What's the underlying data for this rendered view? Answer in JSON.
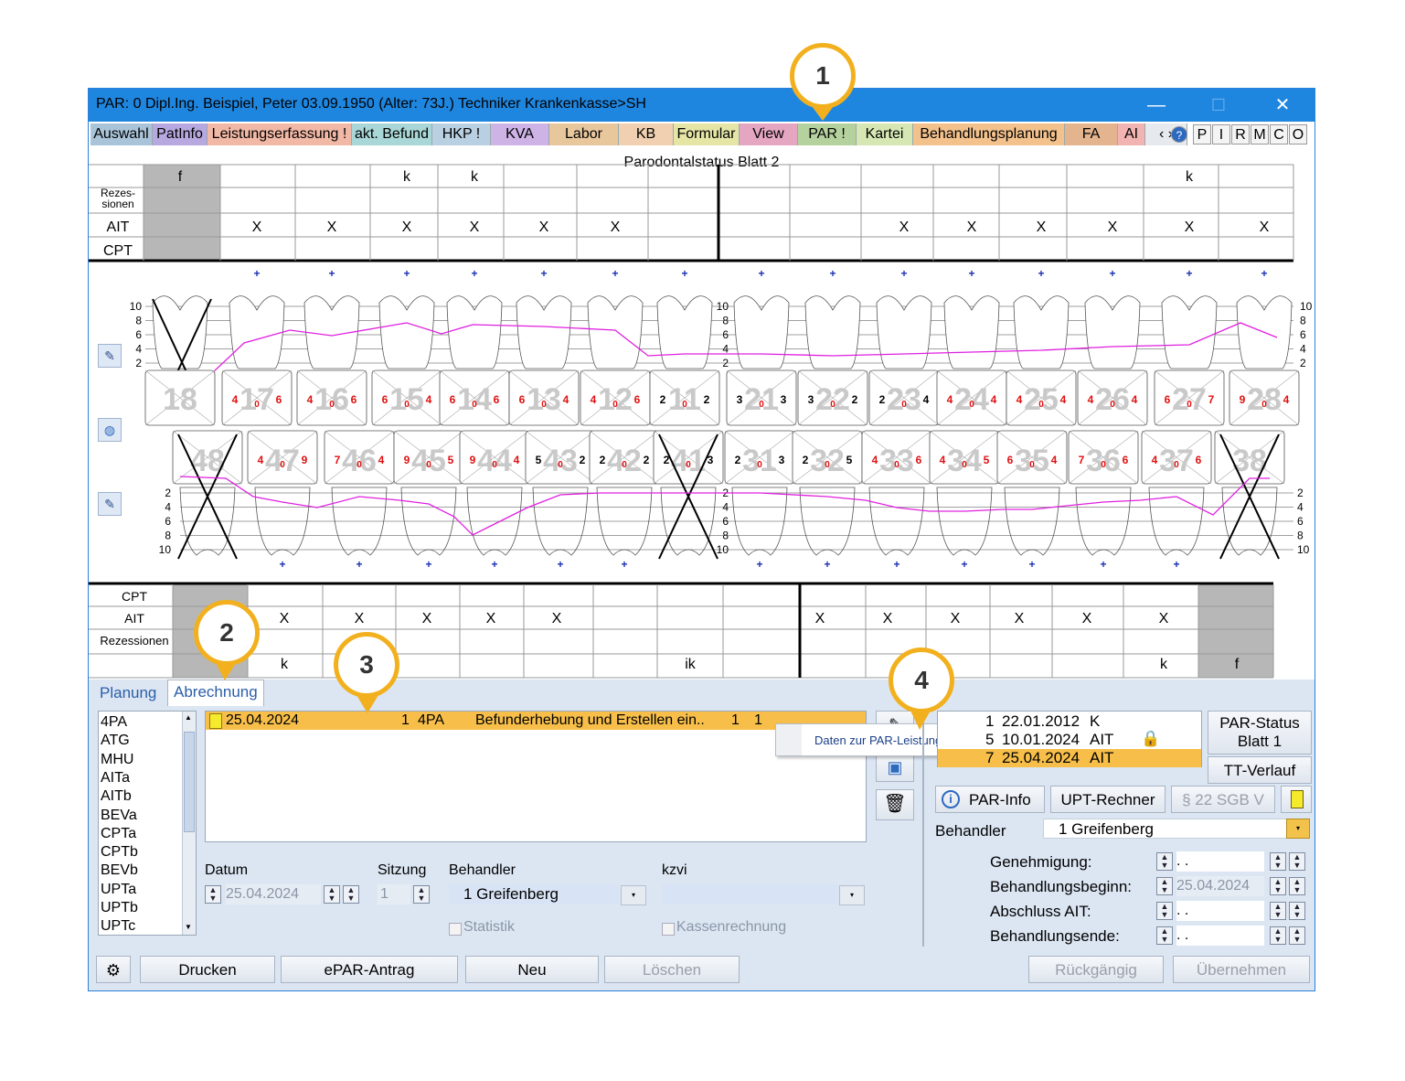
{
  "window": {
    "title": "PAR: 0  Dipl.Ing. Beispiel, Peter  03.09.1950 (Alter: 73J.)  Techniker Krankenkasse>SH",
    "minimize": "—",
    "maximize": "☐",
    "close": "✕"
  },
  "tabs": [
    {
      "label": "Auswahl",
      "color": "#a9c4d8"
    },
    {
      "label": "PatInfo",
      "color": "#b7a8e0"
    },
    {
      "label": "Leistungserfassung !",
      "color": "#f2b8a6"
    },
    {
      "label": "akt. Befund",
      "color": "#a9d6d6"
    },
    {
      "label": "HKP !",
      "color": "#b9d0e2"
    },
    {
      "label": "KVA",
      "color": "#cdb3e6"
    },
    {
      "label": "Labor",
      "color": "#e9c79d"
    },
    {
      "label": "KB",
      "color": "#f0d0b0"
    },
    {
      "label": "Formular",
      "color": "#e5e6a6"
    },
    {
      "label": "View",
      "color": "#e5a6c2"
    },
    {
      "label": "PAR !",
      "color": "#b5d19e"
    },
    {
      "label": "Kartei",
      "color": "#d6e7b4"
    },
    {
      "label": "Behandlungsplanung",
      "color": "#f3c18c"
    },
    {
      "label": "FA",
      "color": "#e3b48e"
    },
    {
      "label": "AI",
      "color": "#f2b3b3"
    }
  ],
  "right_buttons": [
    "?",
    "P",
    "I",
    "R",
    "M",
    "C",
    "O"
  ],
  "chart": {
    "heading": "Parodontalstatus Blatt 2",
    "upper_rows": [
      "Rezes-\nsionen",
      "AIT",
      "CPT"
    ],
    "upper_top_marks": [
      "f",
      "k",
      "k",
      "k"
    ],
    "upper_ait": [
      "X",
      "X",
      "X",
      "X",
      "X",
      "X",
      "X",
      "X",
      "X",
      "X",
      "X",
      "X"
    ],
    "lower_rows": [
      "CPT",
      "AIT",
      "Rezessionen"
    ],
    "lower_ait": [
      "X",
      "X",
      "X",
      "X",
      "X",
      "X",
      "X",
      "X",
      "X",
      "X",
      "X"
    ],
    "lower_bottom_marks": [
      "k",
      "ik",
      "k",
      "f"
    ],
    "scale": [
      "10",
      "8",
      "6",
      "4",
      "2"
    ],
    "upper_teeth": [
      "18",
      "17",
      "16",
      "15",
      "14",
      "13",
      "12",
      "11",
      "21",
      "22",
      "23",
      "24",
      "25",
      "26",
      "27",
      "28"
    ],
    "lower_teeth": [
      "48",
      "47",
      "46",
      "45",
      "44",
      "43",
      "42",
      "41",
      "31",
      "32",
      "33",
      "34",
      "35",
      "36",
      "37",
      "38"
    ],
    "upper_probe": [
      [
        "",
        ""
      ],
      [
        "4",
        "6"
      ],
      [
        "4",
        "6"
      ],
      [
        "6",
        "4"
      ],
      [
        "6",
        "6"
      ],
      [
        "6",
        "4"
      ],
      [
        "4",
        "6"
      ],
      [
        "2",
        "2"
      ],
      [
        "3",
        "3"
      ],
      [
        "3",
        "2"
      ],
      [
        "2",
        "4"
      ],
      [
        "4",
        "4"
      ],
      [
        "4",
        "4"
      ],
      [
        "4",
        "4"
      ],
      [
        "6",
        "7"
      ],
      [
        "9",
        "4"
      ]
    ],
    "lower_probe": [
      [
        "",
        ""
      ],
      [
        "4",
        "9"
      ],
      [
        "7",
        "4"
      ],
      [
        "9",
        "5"
      ],
      [
        "9",
        "4"
      ],
      [
        "5",
        "2"
      ],
      [
        "2",
        "2"
      ],
      [
        "2",
        "3"
      ],
      [
        "2",
        "3"
      ],
      [
        "2",
        "5"
      ],
      [
        "4",
        "6"
      ],
      [
        "4",
        "5"
      ],
      [
        "6",
        "4"
      ],
      [
        "7",
        "6"
      ],
      [
        "4",
        "6"
      ],
      [
        "",
        ""
      ]
    ],
    "probe_center": "0"
  },
  "bottom": {
    "tab_planung": "Planung",
    "tab_abrechnung": "Abrechnung",
    "codes": [
      "4PA",
      "ATG",
      "MHU",
      "AITa",
      "AITb",
      "BEVa",
      "CPTa",
      "CPTb",
      "BEVb",
      "UPTa",
      "UPTb",
      "UPTc"
    ],
    "entry": {
      "date": "25.04.2024",
      "num": "1",
      "code": "4PA",
      "desc": "Befunderhebung und Erstellen ein..",
      "a": "1",
      "b": "1"
    },
    "datum_label": "Datum",
    "datum_value": "25.04.2024",
    "sitzung_label": "Sitzung",
    "sitzung_value": "1",
    "behandler_label": "Behandler",
    "behandler_value": "1 Greifenberg",
    "kzvi_label": "kzvi",
    "statistik": "Statistik",
    "kassenrechnung": "Kassenrechnung",
    "context_menu": "Daten zur PAR-Leistung",
    "status_list": [
      {
        "num": "1",
        "date": "22.01.2012",
        "code": "K"
      },
      {
        "num": "5",
        "date": "10.01.2024",
        "code": "AIT"
      },
      {
        "num": "7",
        "date": "25.04.2024",
        "code": "AIT"
      }
    ],
    "par_status": "PAR-Status\nBlatt 1",
    "tt_verlauf": "TT-Verlauf",
    "par_info": "PAR-Info",
    "upt_rechner": "UPT-Rechner",
    "sgb": "§ 22 SGB V",
    "behandler2_label": "Behandler",
    "behandler2_value": "1 Greifenberg",
    "genehmigung_label": "Genehmigung:",
    "genehmigung_value": " .   .",
    "beginn_label": "Behandlungsbeginn:",
    "beginn_value": "25.04.2024",
    "abschluss_label": "Abschluss AIT:",
    "abschluss_value": " .   .",
    "ende_label": "Behandlungsende:",
    "ende_value": " .   .",
    "buttons": {
      "drucken": "Drucken",
      "epar": "ePAR-Antrag",
      "neu": "Neu",
      "loeschen": "Löschen",
      "rueckgaengig": "Rückgängig",
      "uebernehmen": "Übernehmen"
    }
  },
  "callouts": [
    "1",
    "2",
    "3",
    "4"
  ]
}
